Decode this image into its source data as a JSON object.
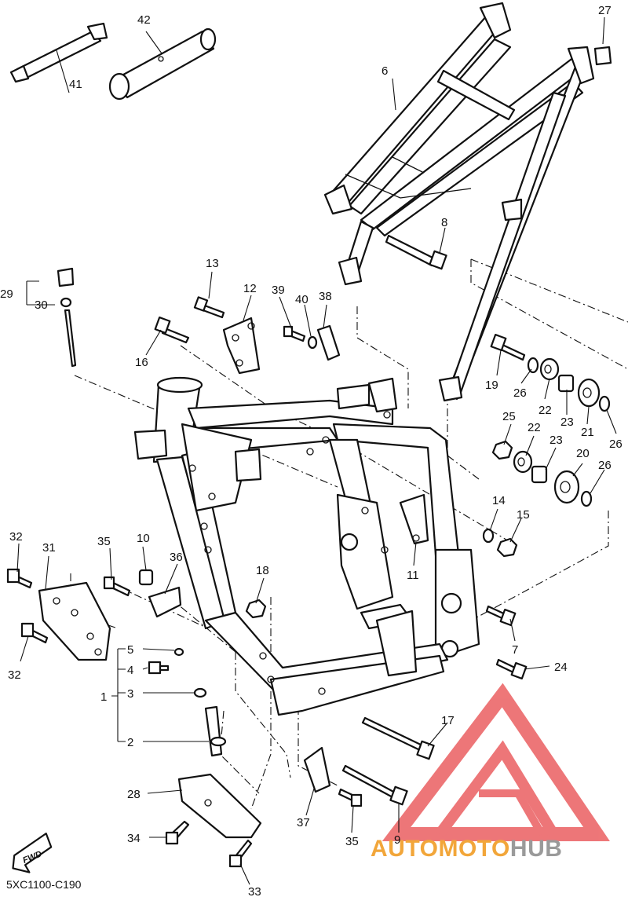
{
  "labels": {
    "p1": "1",
    "p2": "2",
    "p3": "3",
    "p4": "4",
    "p5": "5",
    "p6": "6",
    "p7": "7",
    "p8": "8",
    "p9": "9",
    "p10": "10",
    "p11": "11",
    "p12": "12",
    "p13": "13",
    "p14": "14",
    "p15": "15",
    "p16": "16",
    "p17": "17",
    "p18": "18",
    "p19": "19",
    "p20": "20",
    "p21": "21",
    "p22a": "22",
    "p22b": "22",
    "p23a": "23",
    "p23b": "23",
    "p24": "24",
    "p25": "25",
    "p26a": "26",
    "p26b": "26",
    "p26c": "26",
    "p27": "27",
    "p28": "28",
    "p29": "29",
    "p30": "30",
    "p31": "31",
    "p32a": "32",
    "p32b": "32",
    "p33": "33",
    "p34": "34",
    "p35a": "35",
    "p35b": "35",
    "p36": "36",
    "p37": "37",
    "p38": "38",
    "p39": "39",
    "p40": "40",
    "p41": "41",
    "p42": "42"
  },
  "diagram_code": "5XC1100-C190",
  "fwd_label": "FWD",
  "watermark": {
    "part1": "AUTO",
    "part2": "MOTO",
    "part3": "HUB",
    "color_primary": "#f2a63a",
    "color_secondary": "#9a9a9a",
    "logo_color": "#e8494b"
  }
}
